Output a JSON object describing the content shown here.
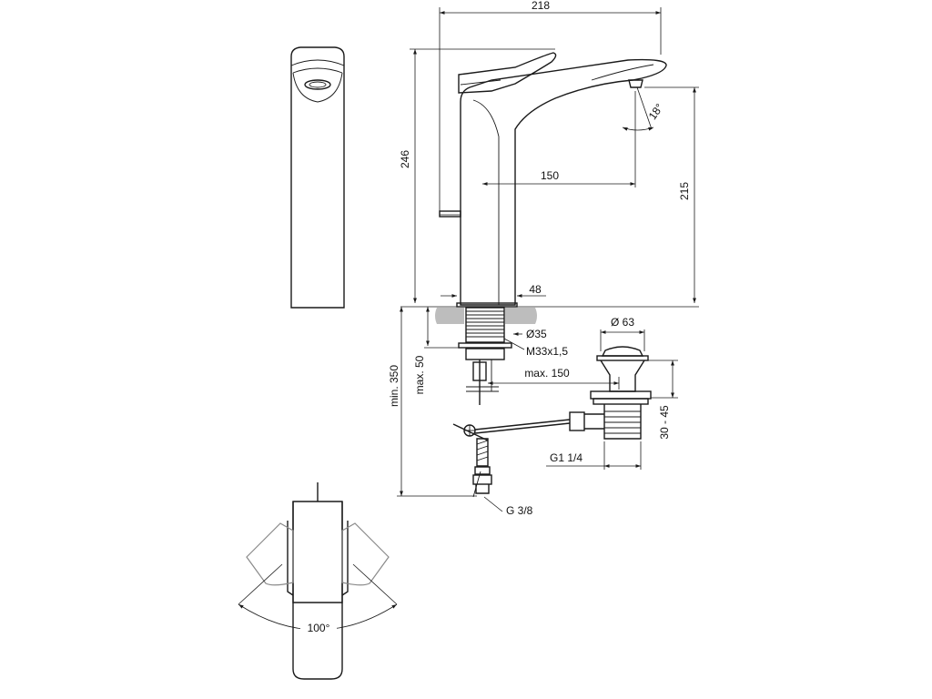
{
  "drawing": {
    "dimensions": {
      "overall_width": "218",
      "overall_height": "246",
      "spout_height": "215",
      "spout_reach": "150",
      "base_offset": "48",
      "spout_angle": "18°",
      "shank_diameter": "Ø35",
      "thread": "M33x1,5",
      "max_deck": "max. 50",
      "min_below": "min. 350",
      "max_hose": "max. 150",
      "waste_diameter": "Ø 63",
      "waste_range": "30 - 45",
      "waste_thread": "G1 1/4",
      "connector": "G 3/8",
      "lever_rotation": "100°"
    }
  }
}
